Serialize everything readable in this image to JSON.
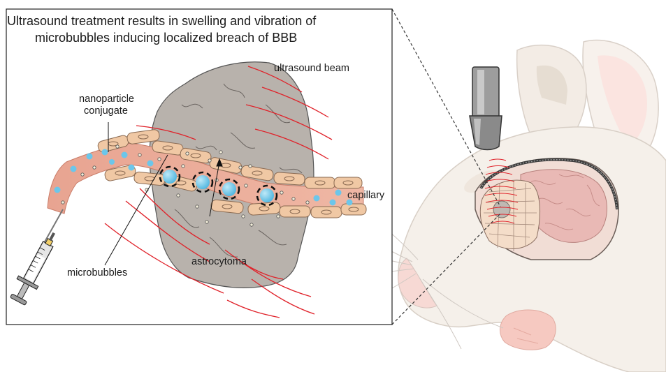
{
  "title": {
    "line1": "Ultrasound treatment results in swelling and vibration of",
    "line2": "microbubbles inducing localized breach of BBB"
  },
  "labels": {
    "ultrasound_beam": "ultrasound beam",
    "nanoparticle_line1": "nanoparticle",
    "nanoparticle_line2": "conjugate",
    "capillary": "capillary",
    "astrocytoma": "astrocytoma",
    "microbubbles": "microbubbles"
  },
  "colors": {
    "ultrasound": "#e0222a",
    "microbubble": "#6cc6ea",
    "vessel": "#e9a58f",
    "endothelial_cell": "#f0c8a4",
    "tumor": "#b9b3ad",
    "mouse_body": "#f5f0ea",
    "brain": "#e8b8b4"
  }
}
